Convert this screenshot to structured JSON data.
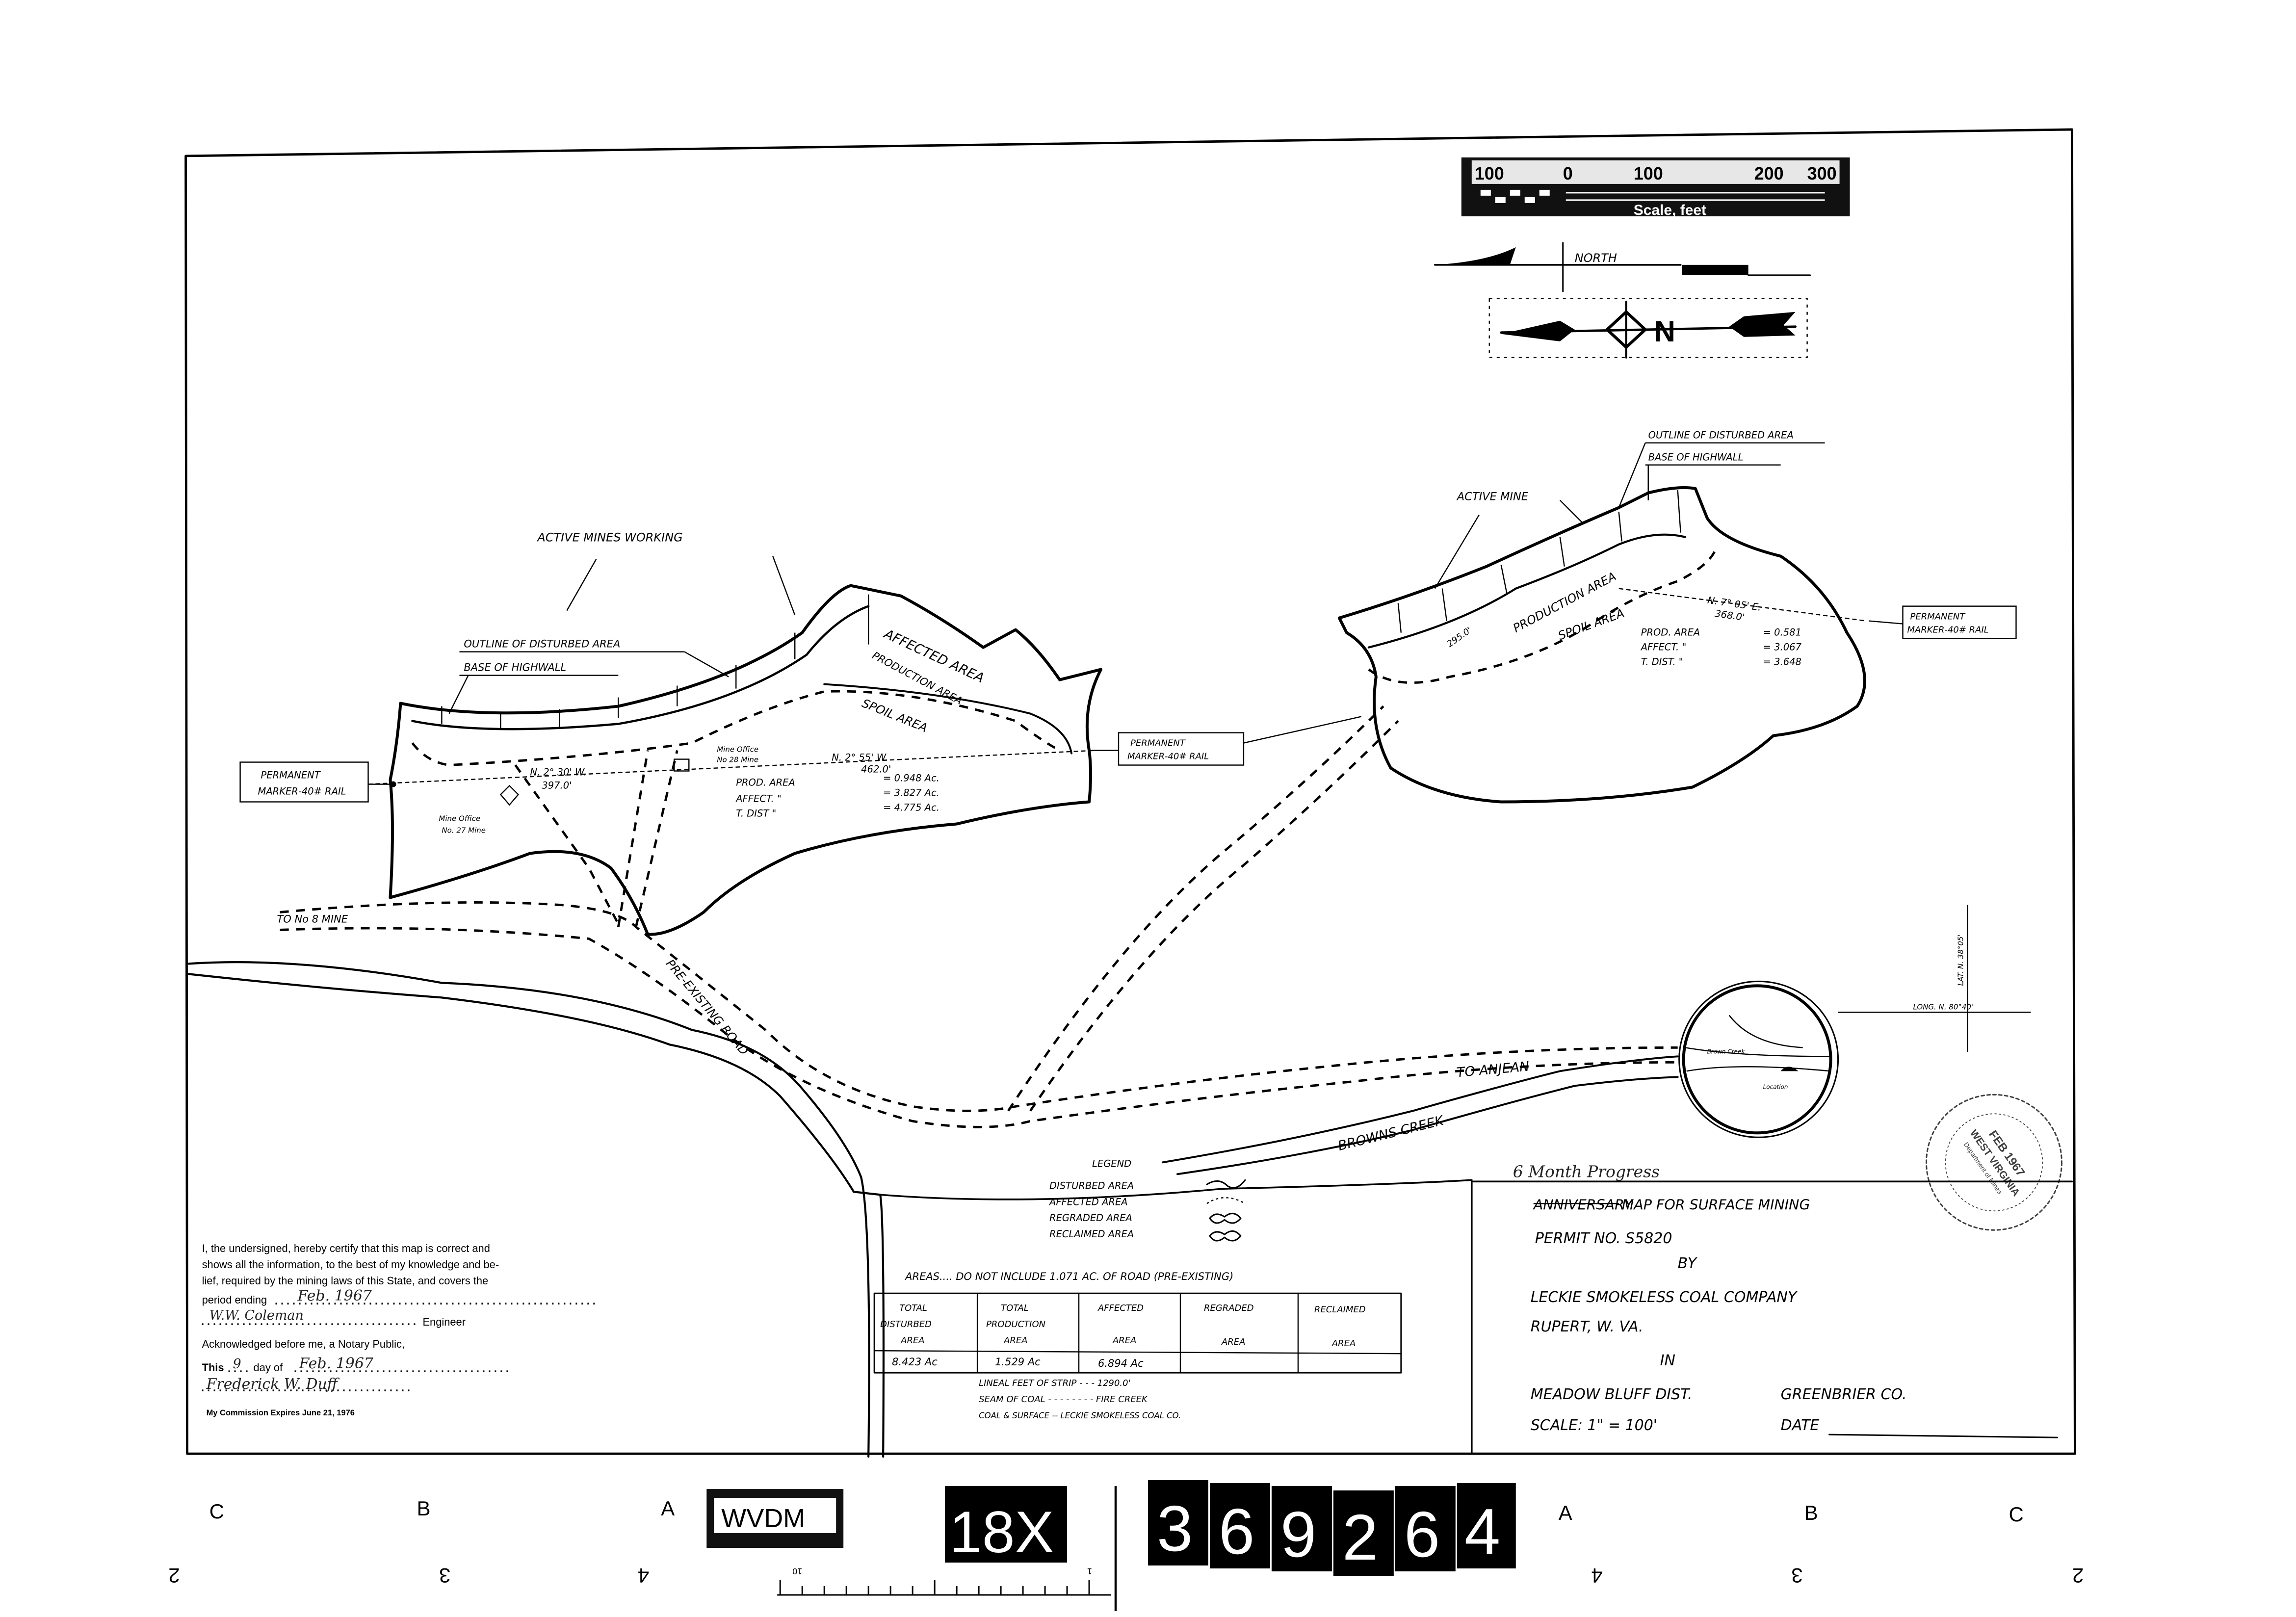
{
  "scale_bar": {
    "ticks": [
      "100",
      "0",
      "100",
      "200",
      "300"
    ],
    "label": "Scale, feet"
  },
  "north_arrow": {
    "label": "NORTH",
    "compass_letter": "N"
  },
  "left_area": {
    "active_label": "ACTIVE MINES WORKING",
    "outline_label": "OUTLINE OF DISTURBED AREA",
    "highwall_label": "BASE OF HIGHWALL",
    "affected_label": "AFFECTED AREA",
    "production_label": "PRODUCTION AREA",
    "spoil_label": "SPOIL AREA",
    "marker_line1": "PERMANENT",
    "marker_line2": "MARKER-40# RAIL",
    "bearing1": "N. 2° 30' W.",
    "distance1": "397.0'",
    "bearing2": "N. 2° 55' W.",
    "distance2": "462.0'",
    "office28_line1": "Mine Office",
    "office28_line2": "No 28 Mine",
    "office27_line1": "Mine Office",
    "office27_line2": "No. 27 Mine",
    "stats": [
      {
        "label": "PROD. AREA",
        "value": "= 0.948 Ac."
      },
      {
        "label": "AFFECT.   \"",
        "value": "= 3.827 Ac."
      },
      {
        "label": "T. DIST   \"",
        "value": "= 4.775 Ac."
      }
    ]
  },
  "middle_marker": {
    "line1": "PERMANENT",
    "line2": "MARKER-40# RAIL"
  },
  "right_area": {
    "active_label": "ACTIVE MINE",
    "outline_label": "OUTLINE OF DISTURBED AREA",
    "highwall_label": "BASE OF HIGHWALL",
    "production_label": "PRODUCTION AREA",
    "spoil_label": "SPOIL AREA",
    "bearing": "N. 7° 05' E.",
    "distance": "368.0'",
    "traverse": "295.0'",
    "marker_line1": "PERMANENT",
    "marker_line2": "MARKER-40# RAIL",
    "stats": [
      {
        "label": "PROD. AREA",
        "value": "= 0.581"
      },
      {
        "label": "AFFECT.   \"",
        "value": "= 3.067"
      },
      {
        "label": "T. DIST.  \"",
        "value": "= 3.648"
      }
    ]
  },
  "roads": {
    "to_no8": "TO No 8 MINE",
    "pre_existing": "PRE-EXISTING ROAD",
    "to_anjean": "TO ANJEAN"
  },
  "creek": {
    "label": "BROWNS CREEK"
  },
  "legend": {
    "title": "LEGEND",
    "items": [
      "DISTURBED AREA",
      "AFFECTED AREA",
      "REGRADED AREA",
      "RECLAIMED AREA"
    ]
  },
  "location_map": {
    "creek_label": "Brown Creek",
    "location_label": "Location",
    "lat": "LAT. N. 38°05'",
    "long": "LONG. N. 80°40'"
  },
  "stamp": {
    "line1": "FEB 1967",
    "line2": "WEST VIRGINIA",
    "line3": "Department of Mines"
  },
  "areas_table": {
    "note": "AREAS.... DO NOT INCLUDE 1.071 AC. OF ROAD (PRE-EXISTING)",
    "headers": [
      [
        "TOTAL",
        "DISTURBED",
        "AREA"
      ],
      [
        "TOTAL",
        "PRODUCTION",
        "AREA"
      ],
      [
        "AFFECTED",
        "",
        "AREA"
      ],
      [
        "REGRADED",
        "",
        "AREA"
      ],
      [
        "RECLAIMED",
        "",
        "AREA"
      ]
    ],
    "values": [
      "8.423 Ac",
      "1.529 Ac",
      "6.894 Ac",
      "",
      ""
    ],
    "lines": [
      "LINEAL FEET OF STRIP - - -    1290.0'",
      "SEAM OF COAL - - - - - - - - FIRE CREEK",
      "COAL & SURFACE -- LECKIE SMOKELESS COAL CO."
    ]
  },
  "certification": {
    "line1": "I, the undersigned, hereby certify that this map is correct and",
    "line2": "shows all the information, to the best of my knowledge and be-",
    "line3": "lief, required by the mining laws of this State, and covers the",
    "period_label": "period ending",
    "period_value": "Feb. 1967",
    "engineer_signature": "W.W. Coleman",
    "engineer_label": "Engineer",
    "ack": "Acknowledged before me, a Notary Public,",
    "this_label": "This",
    "day_value": "9",
    "day_of_label": "day of",
    "month_value": "Feb. 1967",
    "notary_signature": "Frederick W. Duff",
    "commission": "My Commission Expires June 21, 1976"
  },
  "title_block": {
    "handwritten_note": "6 Month Progress",
    "struck_word": "ANNIVERSARY",
    "title": "MAP FOR SURFACE MINING",
    "permit": "PERMIT NO.  S5820",
    "by": "BY",
    "company": "LECKIE SMOKELESS COAL COMPANY",
    "location": "RUPERT, W. VA.",
    "in": "IN",
    "district": "MEADOW BLUFF DIST.",
    "county": "GREENBRIER CO.",
    "scale": "SCALE: 1\" = 100'",
    "date_label": "DATE"
  },
  "film_strip": {
    "left_letters": [
      "C",
      "B",
      "A"
    ],
    "right_letters": [
      "A",
      "B",
      "C"
    ],
    "label_box": "WVDM",
    "prefix": "18X",
    "digits": [
      "3",
      "6",
      "9",
      "2",
      "6",
      "4"
    ],
    "bottom_numbers_left": [
      "2",
      "3",
      "4"
    ],
    "bottom_numbers_right": [
      "4",
      "3",
      "2"
    ],
    "ruler_labels": [
      "10",
      "1"
    ]
  }
}
